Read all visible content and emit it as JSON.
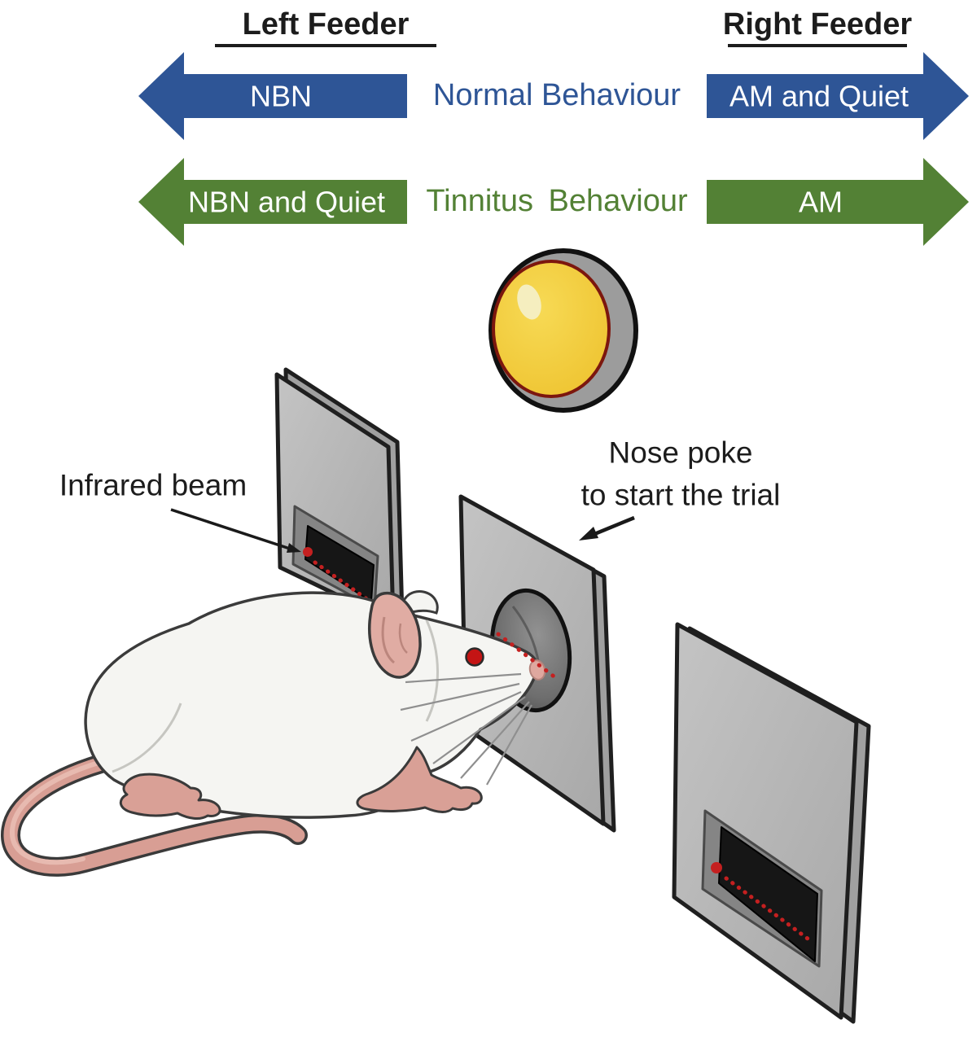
{
  "headers": {
    "left": "Left Feeder",
    "right": "Right Feeder"
  },
  "normal_row": {
    "left_label": "NBN",
    "center_label": "Normal Behaviour",
    "right_label": "AM and Quiet"
  },
  "tinnitus_row": {
    "left_label": "NBN and Quiet",
    "center_label": "Tinnitus Behaviour",
    "right_label": "AM"
  },
  "annotations": {
    "infrared_beam": "Infrared beam",
    "nose_poke_line1": "Nose poke",
    "nose_poke_line2": "to start the trial"
  },
  "colors": {
    "normal_blue": "#2e5596",
    "tinnitus_green": "#538135",
    "arrow_text_white": "#ffffff",
    "heading_black": "#1c1c1c",
    "lamp_yellow": "#f2cb3a",
    "lamp_rim_red": "#7c170e",
    "panel_gray": "#b9b9b9",
    "led_red": "#c42020",
    "mouse_pink": "#d89e94"
  }
}
